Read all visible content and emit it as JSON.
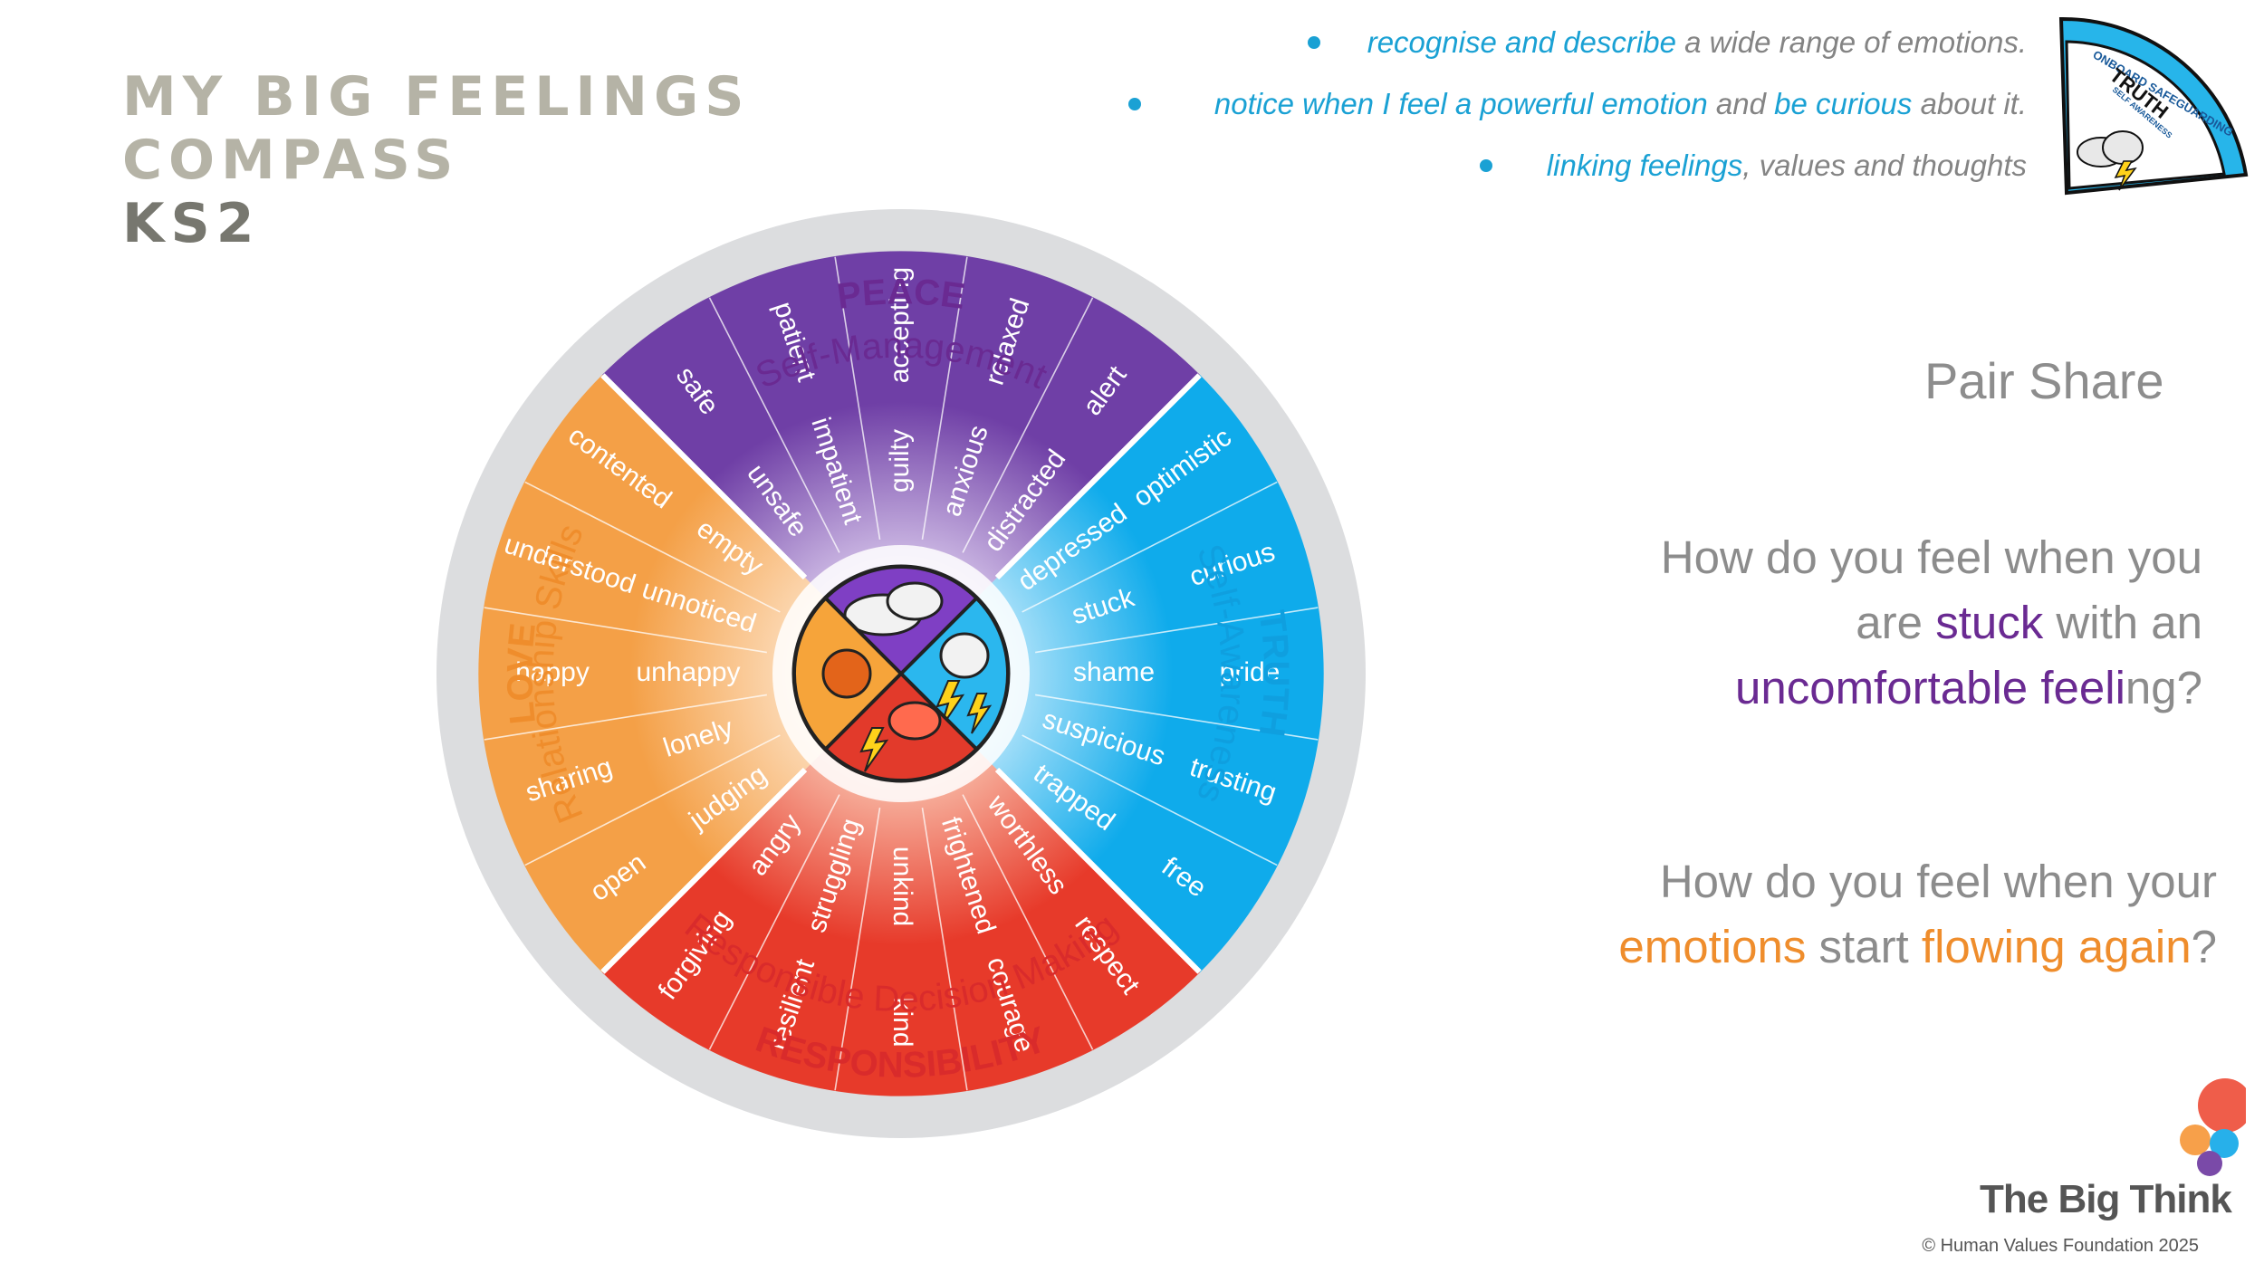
{
  "title": {
    "line1": "MY BIG FEELINGS",
    "line2": "COMPASS",
    "line3": "KS2"
  },
  "objectives": [
    {
      "highlight": "recognise and describe",
      "rest": " a wide range of emotions."
    },
    {
      "highlight1": "notice when I feel a powerful emotion",
      "middle": " and ",
      "highlight2": "be curious",
      "rest": " about it."
    },
    {
      "highlight": "linking feelings",
      "rest": ", values and thoughts"
    }
  ],
  "badge": {
    "line1": "ONBOARD SAFEGUARDING",
    "line2": "TRUTH",
    "line3": "SELF AWARENESS",
    "icon": "storm-cloud-icon"
  },
  "compass": {
    "center_icon": "weather-wheel-icon",
    "colors": {
      "peace": "#7b4fae",
      "truth": "#1cb0ec",
      "responsibility": "#e9452f",
      "love": "#f5a14a",
      "ring": "#dcdddf"
    },
    "sections": {
      "peace": {
        "value": "PEACE",
        "skill": "Self-Management",
        "outer": [
          "safe",
          "patient",
          "accepting",
          "relaxed",
          "alert"
        ],
        "inner": [
          "unsafe",
          "impatient",
          "guilty",
          "anxious",
          "distracted"
        ]
      },
      "truth": {
        "value": "TRUTH",
        "skill": "Self-Awareness",
        "outer": [
          "optimistic",
          "curious",
          "pride",
          "trusting",
          "free"
        ],
        "inner": [
          "depressed",
          "stuck",
          "shame",
          "suspicious",
          "trapped"
        ]
      },
      "responsibility": {
        "value": "RESPONSIBILITY",
        "skill": "Responsible Decision Making",
        "outer": [
          "respect",
          "courage",
          "kind",
          "resilient",
          "forgiving"
        ],
        "inner": [
          "worthless",
          "frightened",
          "unkind",
          "struggling",
          "angry"
        ]
      },
      "love": {
        "value": "LOVE",
        "skill": "Relationship Skills",
        "outer": [
          "open",
          "sharing",
          "happy",
          "understood",
          "contented"
        ],
        "inner": [
          "judging",
          "lonely",
          "unhappy",
          "unnoticed",
          "empty"
        ]
      }
    }
  },
  "pair_share": {
    "heading": "Pair Share",
    "q1": {
      "l1": "How do you feel when you",
      "l2a": "are ",
      "l2b": "stuck",
      "l2c": " with an",
      "l3a": "uncomfortable feeli",
      "l3b": "ng?"
    },
    "q2": {
      "l1": "How do you feel when your",
      "l2a": "emotions",
      "l2b": " start ",
      "l2c": "flowing again",
      "l2d": "?"
    }
  },
  "logo": {
    "text": "The Big Think",
    "icon": "colored-circles-icon"
  },
  "copyright": "© Human Values Foundation 2025"
}
